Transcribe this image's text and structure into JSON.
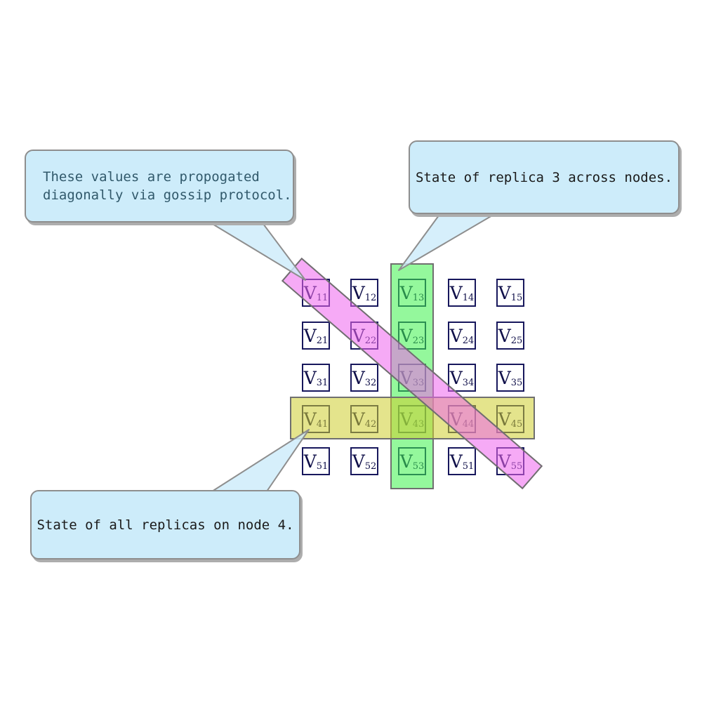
{
  "matrix": {
    "symbol": "V",
    "rows": [
      [
        "11",
        "12",
        "13",
        "14",
        "15"
      ],
      [
        "21",
        "22",
        "23",
        "24",
        "25"
      ],
      [
        "31",
        "32",
        "33",
        "34",
        "35"
      ],
      [
        "41",
        "42",
        "43",
        "44",
        "45"
      ],
      [
        "51",
        "52",
        "53",
        "51",
        "55"
      ]
    ]
  },
  "highlights": {
    "column": {
      "meaning": "state of replica 3 across nodes",
      "fill": "rgba(60,242,75,0.55)",
      "border": "#6f6f6f"
    },
    "row": {
      "meaning": "state of all replicas on node 4",
      "fill": "rgba(205,205,45,0.55)",
      "border": "#6f6f6f"
    },
    "diagonal": {
      "meaning": "values propogated diagonally via gossip protocol",
      "fill": "rgba(238,100,238,0.55)",
      "border": "#6f6f6f"
    }
  },
  "callouts": [
    {
      "lines": [
        "These values are propogated",
        "diagonally via gossip protocol."
      ],
      "text_color": "#31596b"
    },
    {
      "lines": [
        "State of replica 3 across nodes."
      ],
      "text_color": "#1a1a1a"
    },
    {
      "lines": [
        "State of all replicas on node 4."
      ],
      "text_color": "#1a1a1a"
    }
  ],
  "colors": {
    "callout_bg": "#cdecfa",
    "callout_border": "#8e8e8e",
    "callout_shadow": "#adadad",
    "cell_border": "#17175c",
    "cell_text": "#10104a",
    "background": "#ffffff"
  }
}
